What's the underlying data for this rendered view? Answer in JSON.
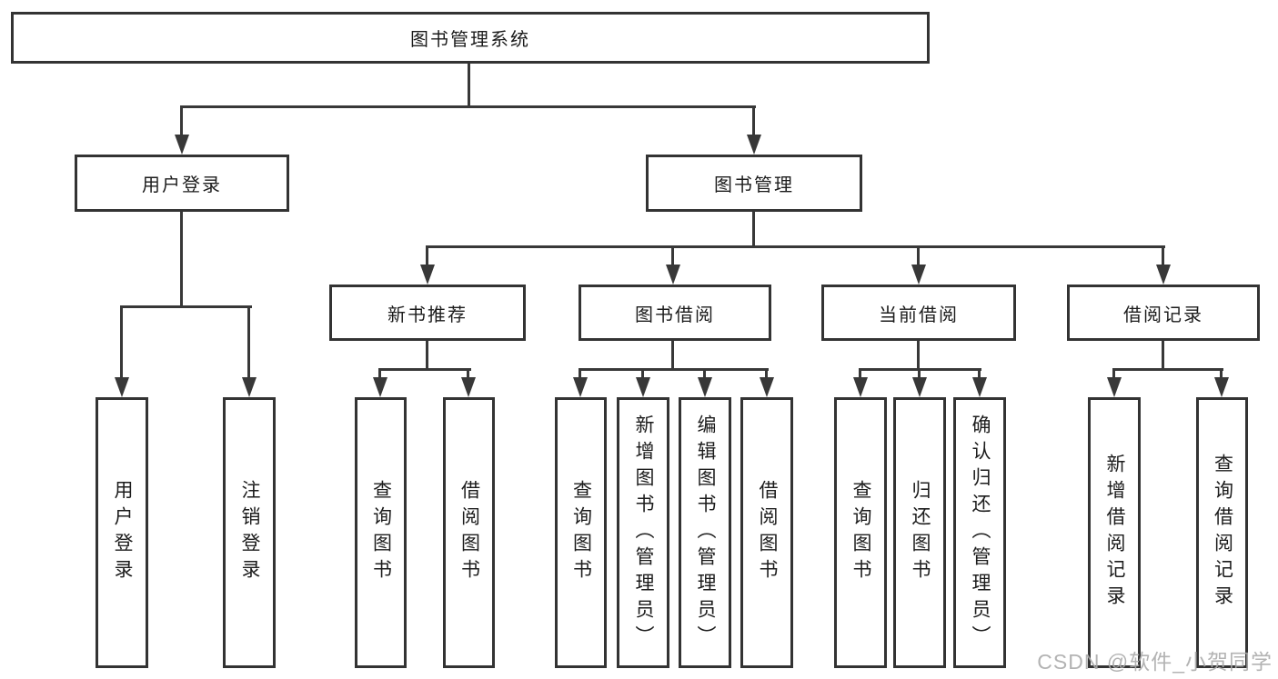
{
  "colors": {
    "background": "#ffffff",
    "box_fill": "#ffffff",
    "box_border": "#333333",
    "connector_line": "#383838",
    "text": "#1c1c1c",
    "watermark": "#ababab"
  },
  "watermark": {
    "text": "CSDN @软件_小贺同学"
  },
  "tree": {
    "label": "图书管理系统",
    "children": [
      {
        "label": "用户登录",
        "children": [
          {
            "label": "用户登录"
          },
          {
            "label": "注销登录"
          }
        ]
      },
      {
        "label": "图书管理",
        "children": [
          {
            "label": "新书推荐",
            "children": [
              {
                "label": "查询图书"
              },
              {
                "label": "借阅图书"
              }
            ]
          },
          {
            "label": "图书借阅",
            "children": [
              {
                "label": "查询图书"
              },
              {
                "label": "新增图书（管理员）"
              },
              {
                "label": "编辑图书（管理员）"
              },
              {
                "label": "借阅图书"
              }
            ]
          },
          {
            "label": "当前借阅",
            "children": [
              {
                "label": "查询图书"
              },
              {
                "label": "归还图书"
              },
              {
                "label": "确认归还（管理员）"
              }
            ]
          },
          {
            "label": "借阅记录",
            "children": [
              {
                "label": "新增借阅记录"
              },
              {
                "label": "查询借阅记录"
              }
            ]
          }
        ]
      }
    ]
  }
}
